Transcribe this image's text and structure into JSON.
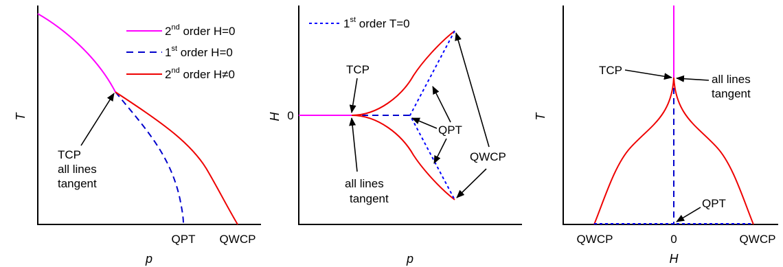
{
  "colors": {
    "second_order_h0": "#ff00ff",
    "first_order_h0": "#0000cc",
    "second_order_hneq0": "#ee0000",
    "first_order_t0": "#0000ff",
    "axis": "#000000"
  },
  "panel_left": {
    "xlabel": "p",
    "ylabel": "T",
    "legend": [
      {
        "base": "2",
        "sup": "nd",
        "rest": " order H=0"
      },
      {
        "base": "1",
        "sup": "st",
        "rest": " order H=0"
      },
      {
        "base": "2",
        "sup": "nd",
        "rest": " order H≠0"
      }
    ],
    "annotation_lines": [
      "TCP",
      "all lines",
      "tangent"
    ],
    "tick_labels": {
      "qpt": "QPT",
      "qwcp": "QWCP"
    }
  },
  "panel_middle": {
    "xlabel": "p",
    "ylabel": "H",
    "zero_tick": "0",
    "legend": {
      "base": "1",
      "sup": "st",
      "rest": " order T=0"
    },
    "tcp_label": "TCP",
    "qpt_label": "QPT",
    "qwcp_label": "QWCP",
    "tangent_lines": [
      "all lines",
      "tangent"
    ]
  },
  "panel_right": {
    "xlabel": "H",
    "ylabel": "T",
    "tcp_label": "TCP",
    "tangent_lines": [
      "all lines",
      "tangent"
    ],
    "qpt_label": "QPT",
    "tick_labels": {
      "left": "QWCP",
      "zero": "0",
      "right": "QWCP"
    }
  }
}
